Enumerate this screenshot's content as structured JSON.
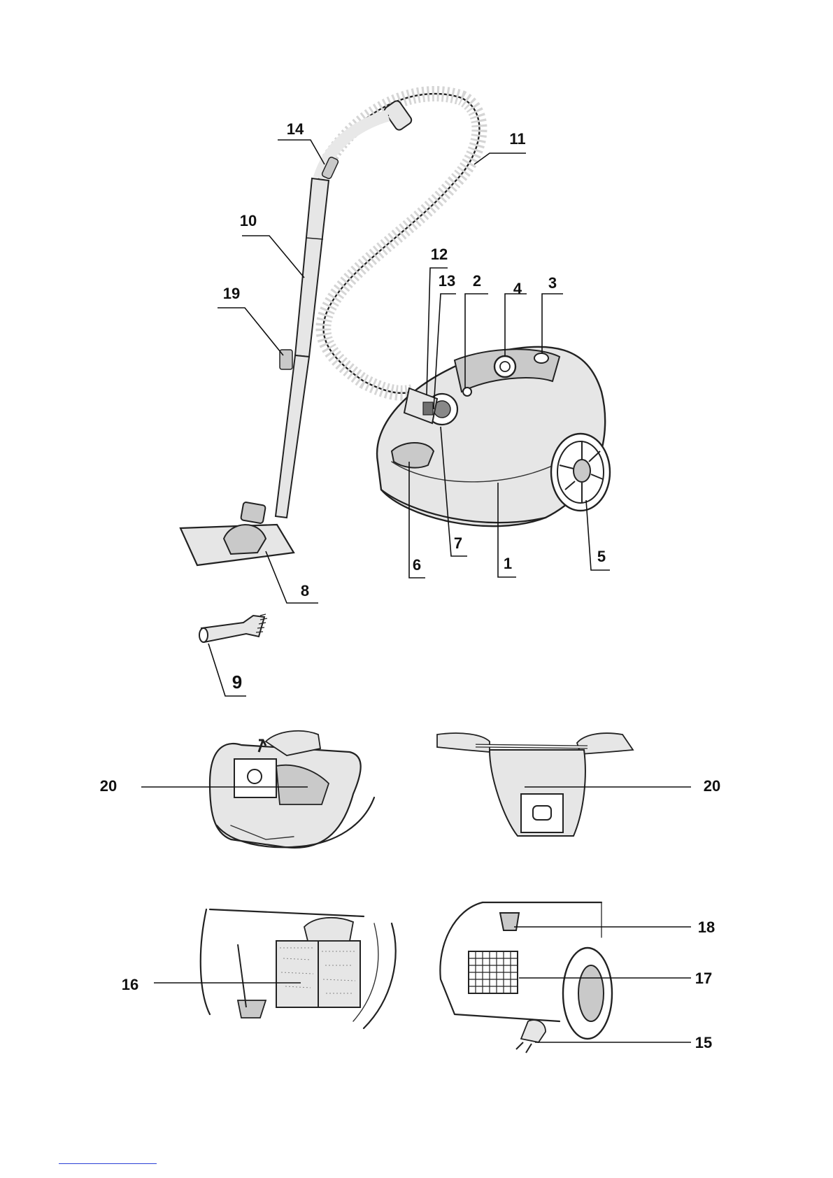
{
  "figure": {
    "main": {
      "labels": {
        "body": "1",
        "indicator": "2",
        "cord_rewind_button": "3",
        "power_button": "4",
        "wheel": "5",
        "handle": "6",
        "hose_socket": "7",
        "floor_nozzle": "8",
        "crevice_brush": "9",
        "telescopic_tube": "10",
        "hose": "11",
        "hose_connector": "12",
        "release_button": "13",
        "handle_grip": "14",
        "tube_lock": "19"
      }
    },
    "bag_panels": {
      "left_label": "20",
      "right_label": "20"
    },
    "filter_panels": {
      "left_label": "16",
      "right_labels": {
        "outlet_filter_latch": "18",
        "outlet_filter": "17",
        "power_plug": "15"
      }
    }
  },
  "colors": {
    "ink": "#222222",
    "link": "#2a3fd6"
  }
}
